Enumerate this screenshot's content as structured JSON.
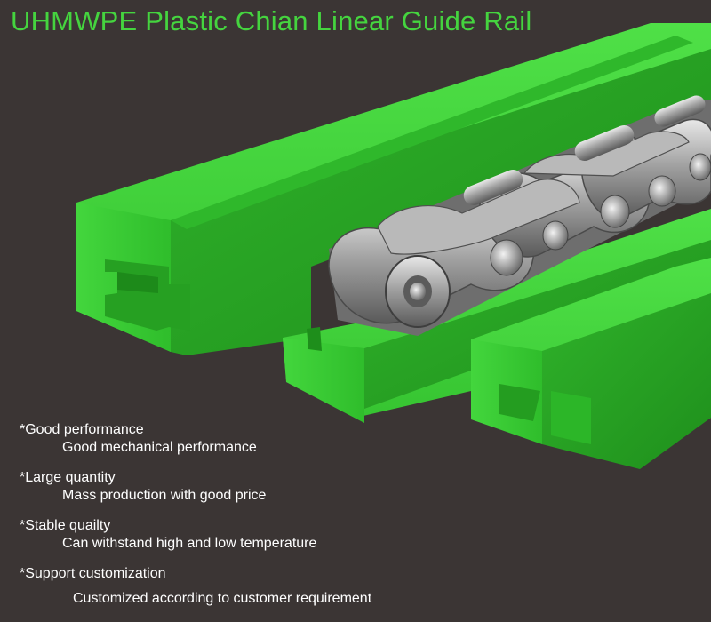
{
  "title": "UHMWPE Plastic Chian Linear Guide Rail",
  "features": [
    {
      "heading": "*Good performance",
      "description": "Good mechanical performance"
    },
    {
      "heading": "*Large quantity",
      "description": "Mass production with good price"
    },
    {
      "heading": "*Stable quailty",
      "description": "Can withstand high and low temperature"
    },
    {
      "heading": "*Support customization",
      "description": "Customized according to customer requirement"
    }
  ],
  "colors": {
    "background": "#3b3534",
    "title": "#45d43f",
    "rail_green": "#3fd23a",
    "chain_steel": "#9a9a9a",
    "text": "#ffffff"
  }
}
